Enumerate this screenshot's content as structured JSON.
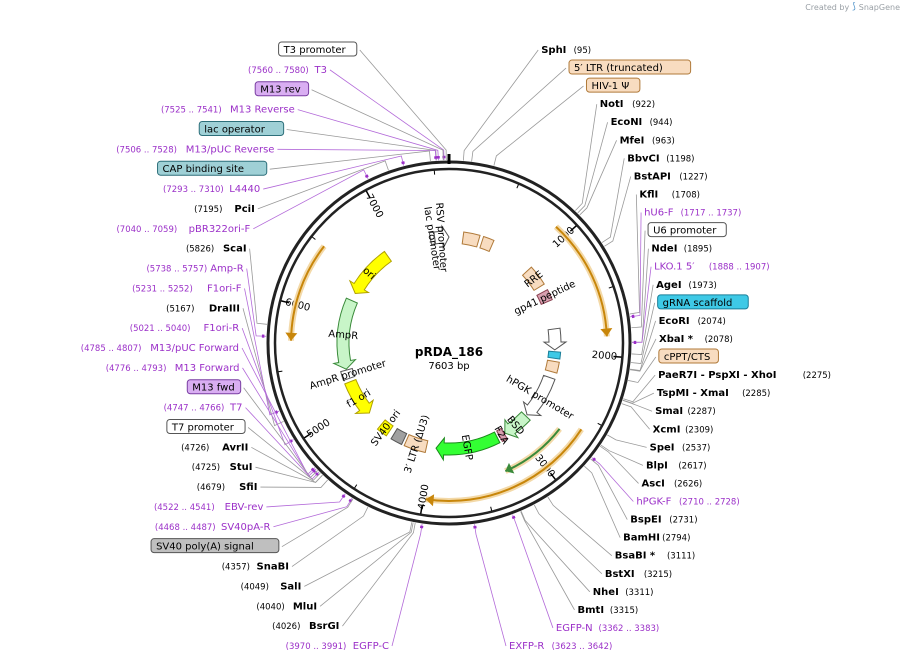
{
  "credit": {
    "created_by": "Created by",
    "brand": "SnapGene"
  },
  "plasmid": {
    "name": "pRDA_186",
    "size_label": "7603 bp",
    "length": 7603
  },
  "tick_labels": [
    "1000",
    "2000",
    "3000",
    "4000",
    "5000",
    "6000",
    "7000"
  ],
  "colors": {
    "site": "#000000",
    "primer": "#9b30c8",
    "leader_site": "#999999",
    "leader_primer": "#b36ad9"
  },
  "labels": [
    {
      "kind": "primer",
      "name": "T3",
      "range": "(7560 .. 7580)",
      "pos": 7570
    },
    {
      "kind": "box",
      "name": "M13 rev",
      "fill": "#d9aef2",
      "stroke": "#7a3fa3",
      "pos": 7565
    },
    {
      "kind": "primer",
      "name": "M13 Reverse",
      "range": "(7525 .. 7541)",
      "pos": 7533
    },
    {
      "kind": "box",
      "name": "lac operator",
      "fill": "#9fd0d6",
      "stroke": "#2d6f7a",
      "pos": 7520
    },
    {
      "kind": "primer",
      "name": "M13/pUC Reverse",
      "range": "(7506 .. 7528)",
      "pos": 7517
    },
    {
      "kind": "box",
      "name": "CAP binding site",
      "fill": "#9fd0d6",
      "stroke": "#2d6f7a",
      "pos": 7480
    },
    {
      "kind": "primer",
      "name": "L4440",
      "range": "(7293 .. 7310)",
      "pos": 7301
    },
    {
      "kind": "site",
      "name": "PciI",
      "range": "(7195)",
      "pos": 7195
    },
    {
      "kind": "primer",
      "name": "pBR322ori-F",
      "range": "(7040 .. 7059)",
      "pos": 7049
    },
    {
      "kind": "box",
      "name": "T3 promoter",
      "fill": "#ffffff",
      "stroke": "#555555",
      "pos": 7585
    },
    {
      "kind": "site",
      "name": "SphI",
      "range": "(95)",
      "pos": 95
    },
    {
      "kind": "box",
      "name": "5′ LTR (truncated)",
      "fill": "#f8dcc0",
      "stroke": "#b07a3a",
      "pos": 150
    },
    {
      "kind": "box",
      "name": "HIV-1 Ψ",
      "fill": "#f8dcc0",
      "stroke": "#b07a3a",
      "pos": 300
    },
    {
      "kind": "site",
      "name": "NotI",
      "range": "(922)",
      "pos": 922
    },
    {
      "kind": "site",
      "name": "EcoNI",
      "range": "(944)",
      "pos": 944
    },
    {
      "kind": "site",
      "name": "MfeI",
      "range": "(963)",
      "pos": 963
    },
    {
      "kind": "site",
      "name": "BbvCI",
      "range": "(1198)",
      "pos": 1198
    },
    {
      "kind": "site",
      "name": "BstAPI",
      "range": "(1227)",
      "pos": 1227
    },
    {
      "kind": "site",
      "name": "KflI",
      "range": "(1708)",
      "pos": 1708
    },
    {
      "kind": "primer",
      "name": "hU6-F",
      "range": "(1717 .. 1737)",
      "pos": 1727
    },
    {
      "kind": "box",
      "name": "U6 promoter",
      "fill": "#ffffff",
      "stroke": "#555555",
      "pos": 1800
    },
    {
      "kind": "primer",
      "name": "LKO.1 5′",
      "range": "(1888 .. 1907)",
      "pos": 1897
    },
    {
      "kind": "site",
      "name": "NdeI",
      "range": "(1895)",
      "pos": 1895
    },
    {
      "kind": "site",
      "name": "AgeI",
      "range": "(1973)",
      "pos": 1973
    },
    {
      "kind": "box",
      "name": "gRNA scaffold",
      "fill": "#3ec9e6",
      "stroke": "#1a7f99",
      "pos": 2030
    },
    {
      "kind": "site",
      "name": "EcoRI",
      "range": "(2074)",
      "pos": 2074
    },
    {
      "kind": "site",
      "name": "XbaI *",
      "range": "(2078)",
      "pos": 2078
    },
    {
      "kind": "box",
      "name": "cPPT/CTS",
      "fill": "#f8dcc0",
      "stroke": "#b07a3a",
      "pos": 2150
    },
    {
      "kind": "site",
      "name": "PaeR7I - PspXI - XhoI",
      "range": "(2275)",
      "pos": 2275
    },
    {
      "kind": "site",
      "name": "TspMI - XmaI",
      "range": "(2285)",
      "pos": 2285
    },
    {
      "kind": "site",
      "name": "SmaI",
      "range": "(2287)",
      "pos": 2287
    },
    {
      "kind": "site",
      "name": "XcmI",
      "range": "(2309)",
      "pos": 2309
    },
    {
      "kind": "site",
      "name": "SpeI",
      "range": "(2537)",
      "pos": 2537
    },
    {
      "kind": "site",
      "name": "BlpI",
      "range": "(2617)",
      "pos": 2617
    },
    {
      "kind": "site",
      "name": "AscI",
      "range": "(2626)",
      "pos": 2626
    },
    {
      "kind": "primer",
      "name": "hPGK-F",
      "range": "(2710 .. 2728)",
      "pos": 2719
    },
    {
      "kind": "site",
      "name": "BspEI",
      "range": "(2731)",
      "pos": 2731
    },
    {
      "kind": "site",
      "name": "BamHI",
      "range": "(2794)",
      "pos": 2794
    },
    {
      "kind": "site",
      "name": "BsaBI *",
      "range": "(3111)",
      "pos": 3111
    },
    {
      "kind": "site",
      "name": "BstXI",
      "range": "(3215)",
      "pos": 3215
    },
    {
      "kind": "site",
      "name": "NheI",
      "range": "(3311)",
      "pos": 3311
    },
    {
      "kind": "site",
      "name": "BmtI",
      "range": "(3315)",
      "pos": 3315
    },
    {
      "kind": "primer",
      "name": "EGFP-N",
      "range": "(3362 .. 3383)",
      "pos": 3372
    },
    {
      "kind": "primer",
      "name": "EXFP-R",
      "range": "(3623 .. 3642)",
      "pos": 3632
    },
    {
      "kind": "primer",
      "name": "EGFP-C",
      "range": "(3970 .. 3991)",
      "pos": 3980
    },
    {
      "kind": "site",
      "name": "BsrGI",
      "range": "(4026)",
      "pos": 4026
    },
    {
      "kind": "site",
      "name": "MluI",
      "range": "(4040)",
      "pos": 4040
    },
    {
      "kind": "site",
      "name": "SalI",
      "range": "(4049)",
      "pos": 4049
    },
    {
      "kind": "site",
      "name": "SnaBI",
      "range": "(4357)",
      "pos": 4357
    },
    {
      "kind": "primer",
      "name": "SV40pA-R",
      "range": "(4468 .. 4487)",
      "pos": 4477
    },
    {
      "kind": "box",
      "name": "SV40 poly(A) signal",
      "fill": "#bfbfbf",
      "stroke": "#555555",
      "pos": 4470
    },
    {
      "kind": "primer",
      "name": "EBV-rev",
      "range": "(4522 .. 4541)",
      "pos": 4531
    },
    {
      "kind": "site",
      "name": "SfiI",
      "range": "(4679)",
      "pos": 4679
    },
    {
      "kind": "site",
      "name": "StuI",
      "range": "(4725)",
      "pos": 4725
    },
    {
      "kind": "site",
      "name": "AvrII",
      "range": "(4726)",
      "pos": 4726
    },
    {
      "kind": "box",
      "name": "T7 promoter",
      "fill": "#ffffff",
      "stroke": "#555555",
      "pos": 4745
    },
    {
      "kind": "primer",
      "name": "T7",
      "range": "(4747 .. 4766)",
      "pos": 4756
    },
    {
      "kind": "box",
      "name": "M13 fwd",
      "fill": "#d9aef2",
      "stroke": "#7a3fa3",
      "pos": 4770
    },
    {
      "kind": "primer",
      "name": "M13 Forward",
      "range": "(4776 .. 4793)",
      "pos": 4784
    },
    {
      "kind": "primer",
      "name": "M13/pUC Forward",
      "range": "(4785 .. 4807)",
      "pos": 4796
    },
    {
      "kind": "primer",
      "name": "F1ori-R",
      "range": "(5021 .. 5040)",
      "pos": 5030
    },
    {
      "kind": "site",
      "name": "DraIII",
      "range": "(5167)",
      "pos": 5167
    },
    {
      "kind": "primer",
      "name": "F1ori-F",
      "range": "(5231 .. 5252)",
      "pos": 5241
    },
    {
      "kind": "primer",
      "name": "Amp-R",
      "range": "(5738 .. 5757)",
      "pos": 5747
    },
    {
      "kind": "site",
      "name": "ScaI",
      "range": "(5826)",
      "pos": 5826
    }
  ],
  "features": [
    {
      "name": "ori",
      "label": "ori",
      "kind": "arrow",
      "start": 6290,
      "end": 6860,
      "dir": -1,
      "fill": "#ffff00",
      "stroke": "#b0a000"
    },
    {
      "name": "lac-promoter",
      "label": "lac promoter",
      "kind": "box",
      "start": 7390,
      "end": 7440,
      "fill": "#ffffff",
      "stroke": "#555555"
    },
    {
      "name": "rsv-promoter",
      "label": "RSV promoter",
      "kind": "arrow",
      "start": 7440,
      "end": 7603,
      "dir": 1,
      "fill": "#ffffff",
      "stroke": "#555555"
    },
    {
      "name": "ltr5",
      "label": "",
      "kind": "box",
      "start": 160,
      "end": 340,
      "fill": "#f8dcc0",
      "stroke": "#b07a3a"
    },
    {
      "name": "psi",
      "label": "",
      "kind": "box",
      "start": 380,
      "end": 500,
      "fill": "#f8dcc0",
      "stroke": "#b07a3a"
    },
    {
      "name": "rre",
      "label": "RRE",
      "kind": "box",
      "start": 1000,
      "end": 1230,
      "fill": "#f8dcc0",
      "stroke": "#b07a3a"
    },
    {
      "name": "gp41",
      "label": "gp41 peptide",
      "kind": "box",
      "start": 1300,
      "end": 1420,
      "fill": "#d8a0b0",
      "stroke": "#8a4050"
    },
    {
      "name": "u6",
      "label": "",
      "kind": "arrow",
      "start": 1740,
      "end": 1980,
      "dir": 1,
      "fill": "#ffffff",
      "stroke": "#555555"
    },
    {
      "name": "grna",
      "label": "",
      "kind": "box",
      "start": 2000,
      "end": 2075,
      "fill": "#3ec9e6",
      "stroke": "#1a7f99"
    },
    {
      "name": "cppt",
      "label": "",
      "kind": "box",
      "start": 2110,
      "end": 2230,
      "fill": "#f8dcc0",
      "stroke": "#b07a3a"
    },
    {
      "name": "hpgk",
      "label": "hPGK promoter",
      "kind": "arrow",
      "start": 2300,
      "end": 2800,
      "dir": 1,
      "fill": "#ffffff",
      "stroke": "#555555"
    },
    {
      "name": "bsd",
      "label": "BSD",
      "kind": "arrow",
      "start": 2820,
      "end": 3130,
      "dir": 1,
      "fill": "#c8f5c8",
      "stroke": "#3a8a3a"
    },
    {
      "name": "f2a",
      "label": "F2A",
      "kind": "box",
      "start": 3140,
      "end": 3200,
      "fill": "#d8a0b0",
      "stroke": "#8a4050"
    },
    {
      "name": "egfp",
      "label": "EGFP",
      "kind": "arrow",
      "start": 3230,
      "end": 3950,
      "dir": 1,
      "fill": "#33ff33",
      "stroke": "#1a8a1a"
    },
    {
      "name": "ltr3",
      "label": "3′ LTR (ΔU3)",
      "kind": "box",
      "start": 4060,
      "end": 4300,
      "fill": "#f8dcc0",
      "stroke": "#b07a3a"
    },
    {
      "name": "sv40pa",
      "label": "",
      "kind": "box",
      "start": 4330,
      "end": 4460,
      "fill": "#a0a0a0",
      "stroke": "#555555"
    },
    {
      "name": "sv40ori",
      "label": "SV40 ori",
      "kind": "box",
      "start": 4520,
      "end": 4640,
      "fill": "#ffff00",
      "stroke": "#b0a000"
    },
    {
      "name": "f1ori",
      "label": "f1 ori",
      "kind": "arrow",
      "start": 4830,
      "end": 5250,
      "dir": -1,
      "fill": "#ffff00",
      "stroke": "#b0a000"
    },
    {
      "name": "ampr-promoter",
      "label": "AmpR promoter",
      "kind": "box",
      "start": 5290,
      "end": 5390,
      "fill": "#ffffff",
      "stroke": "#555555"
    },
    {
      "name": "ampr",
      "label": "AmpR",
      "kind": "arrow",
      "start": 5400,
      "end": 6200,
      "dir": -1,
      "fill": "#c8f5c8",
      "stroke": "#3a8a3a"
    }
  ],
  "arcs": [
    {
      "name": "orange-arc-ne",
      "start": 900,
      "end": 1850,
      "dir": 1,
      "color": "#c8860a"
    },
    {
      "name": "green-arc-se",
      "start": 2700,
      "end": 3300,
      "dir": 1,
      "color": "#3a8a3a"
    },
    {
      "name": "orange-arc-se",
      "start": 2600,
      "end": 3980,
      "dir": 1,
      "color": "#c8860a"
    },
    {
      "name": "orange-arc-w",
      "start": 5720,
      "end": 6500,
      "dir": -1,
      "color": "#c8860a"
    }
  ]
}
